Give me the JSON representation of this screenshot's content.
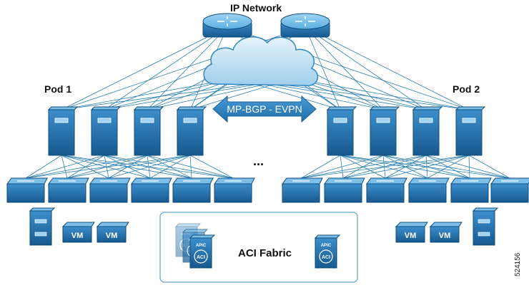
{
  "labels": {
    "ip_network": "IP Network",
    "pod1": "Pod 1",
    "pod2": "Pod 2",
    "mp_bgp": "MP-BGP - EVPN",
    "ellipsis": "...",
    "aci_fabric": "ACI Fabric",
    "figure_id": "524156"
  },
  "devices": {
    "vm_label": "VM",
    "apic_label": "APIC",
    "aci_label": "ACI"
  },
  "colors": {
    "device_blue": "#1f6ea8",
    "device_light": "#5aaee0",
    "link_blue": "#2a7fb0",
    "cloud_fill": "#bfe0f3",
    "cloud_stroke": "#2f86c1",
    "arrow_fill": "#2f7dbb",
    "fabric_border": "#7fb3d3"
  }
}
